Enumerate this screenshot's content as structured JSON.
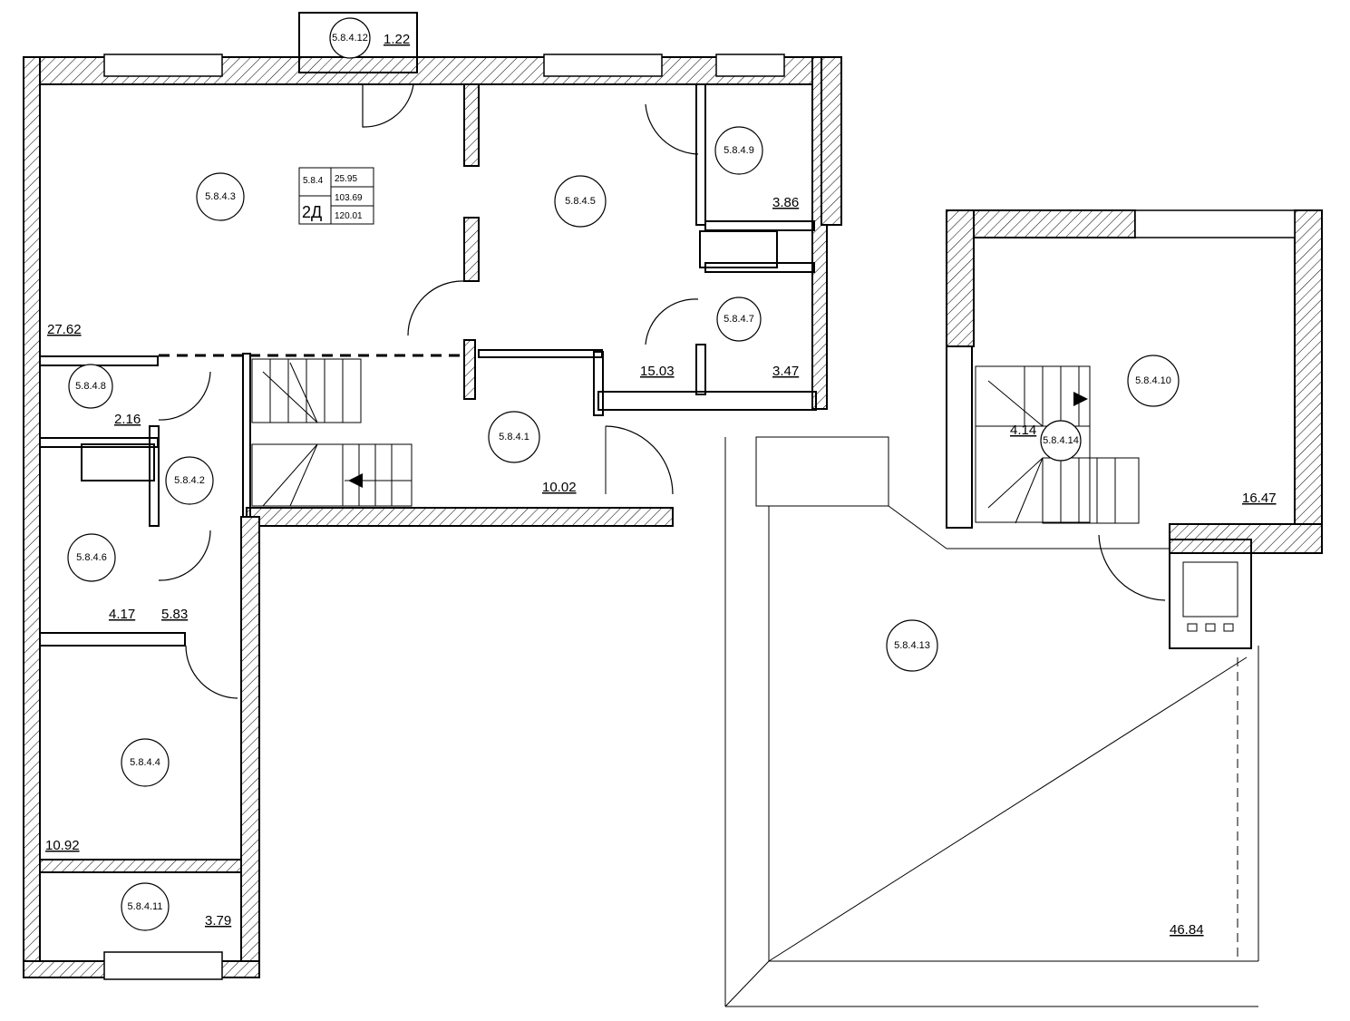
{
  "apartment": {
    "id": "5.8.4",
    "type": "2Д",
    "living_area": "25.95",
    "total_area": "103.69",
    "area_with_terrace": "120.01"
  },
  "rooms": [
    {
      "tag": "5.8.4.3",
      "area": "27.62"
    },
    {
      "tag": "5.8.4.5",
      "area": "15.03"
    },
    {
      "tag": "5.8.4.9",
      "area": "3.86"
    },
    {
      "tag": "5.8.4.7",
      "area": "3.47"
    },
    {
      "tag": "5.8.4.12",
      "area": "1.22"
    },
    {
      "tag": "5.8.4.8",
      "area": "2.16"
    },
    {
      "tag": "5.8.4.2",
      "area": "5.83"
    },
    {
      "tag": "5.8.4.6",
      "area": "4.17"
    },
    {
      "tag": "5.8.4.1",
      "area": "10.02"
    },
    {
      "tag": "5.8.4.4",
      "area": "10.92"
    },
    {
      "tag": "5.8.4.11",
      "area": "3.79"
    },
    {
      "tag": "5.8.4.10",
      "area": "16.47"
    },
    {
      "tag": "5.8.4.14",
      "area": "4.14"
    },
    {
      "tag": "5.8.4.13",
      "area": "46.84"
    }
  ]
}
